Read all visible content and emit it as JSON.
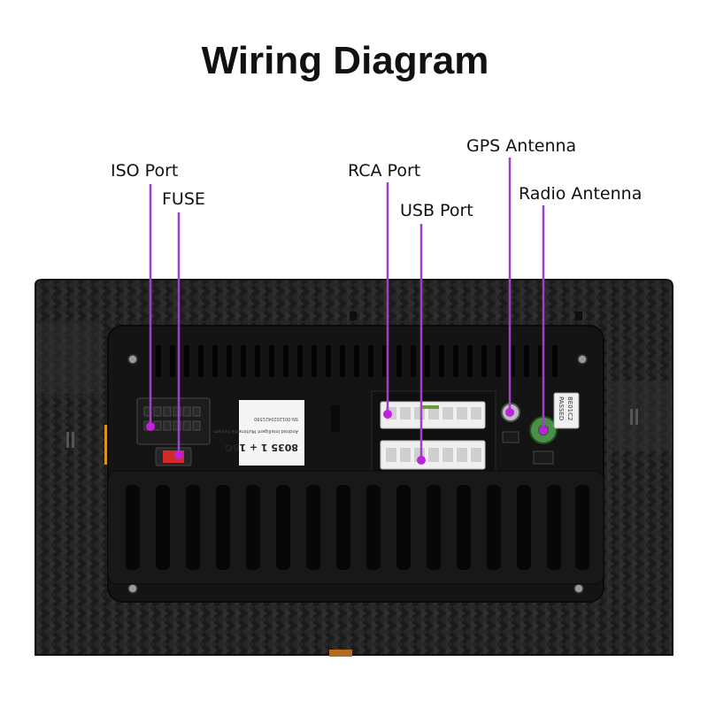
{
  "title": "Wiring Diagram",
  "callouts": {
    "iso_port": "ISO Port",
    "fuse": "FUSE",
    "rca_port": "RCA Port",
    "usb_port": "USB Port",
    "gps_antenna": "GPS Antenna",
    "radio_antenna": "Radio Antenna"
  },
  "sticker": {
    "line1": "8035 1 + 16G",
    "line2": "Android Intelligent Multimedia System",
    "line3": "SN:0012020421580"
  },
  "badge": {
    "line1": "BE01C2",
    "line2": "PASSED"
  },
  "colors": {
    "callout_line": "#a040c8",
    "callout_dot": "#c020e0",
    "chassis": "#1f1f1f",
    "connector": "#efefef"
  }
}
